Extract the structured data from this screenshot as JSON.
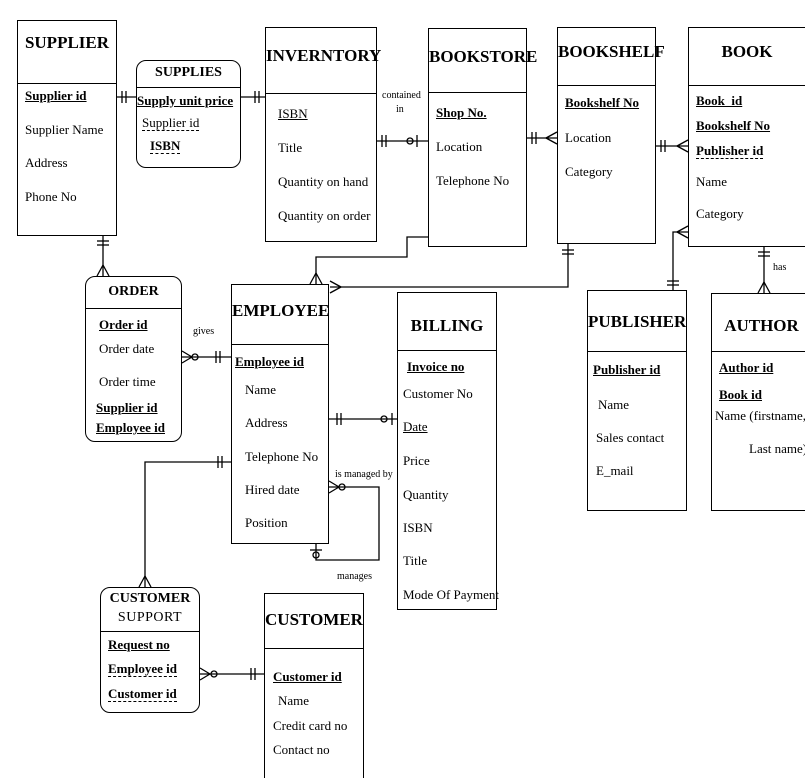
{
  "supplier": {
    "title": "SUPPLIER",
    "attrs": [
      "Supplier id",
      "Supplier Name",
      "Address",
      "Phone No"
    ]
  },
  "supplies": {
    "title": "SUPPLIES",
    "attrs": [
      "Supply unit price",
      "Supplier id",
      "ISBN"
    ]
  },
  "inventory": {
    "title": "INVERNTORY",
    "attrs": [
      "ISBN",
      "Title",
      "Quantity on hand",
      "Quantity on order"
    ]
  },
  "bookstore": {
    "title": "BOOKSTORE",
    "attrs": [
      "Shop No.",
      "Location",
      "Telephone No"
    ]
  },
  "bookshelf": {
    "title": "BOOKSHELF",
    "attrs": [
      "Bookshelf No",
      "Location",
      "Category"
    ]
  },
  "book": {
    "title": "BOOK",
    "attrs": [
      "Book_id",
      "Bookshelf No",
      "Publisher id",
      "Name",
      "Category"
    ]
  },
  "order": {
    "title": "ORDER",
    "attrs": [
      "Order id",
      "Order date",
      "Order time",
      "Supplier id",
      "Employee id"
    ]
  },
  "employee": {
    "title": "EMPLOYEE",
    "attrs": [
      "Employee id",
      "Name",
      "Address",
      "Telephone No",
      "Hired date",
      "Position"
    ]
  },
  "billing": {
    "title": "BILLING",
    "attrs": [
      "Invoice no",
      "Customer No",
      "Date",
      "Price",
      "Quantity",
      "ISBN",
      "Title",
      "Mode Of Payment"
    ]
  },
  "publisher": {
    "title": "PUBLISHER",
    "attrs": [
      "Publisher id",
      "Name",
      "Sales contact",
      "E_mail"
    ]
  },
  "author": {
    "title": "AUTHOR",
    "attrs": [
      "Author id",
      "Book id",
      "Name (firstname,",
      "Last name)"
    ]
  },
  "customer_support": {
    "title_line1": "CUSTOMER",
    "title_line2": "SUPPORT",
    "attrs": [
      "Request no",
      "Employee id",
      "Customer id"
    ]
  },
  "customer": {
    "title": "CUSTOMER",
    "attrs": [
      "Customer id",
      "Name",
      "Credit card no",
      "Contact no"
    ]
  },
  "labels": {
    "contained": "contained",
    "in": "in",
    "gives": "gives",
    "is_managed_by": "is managed by",
    "manages": "manages",
    "has": "has"
  }
}
